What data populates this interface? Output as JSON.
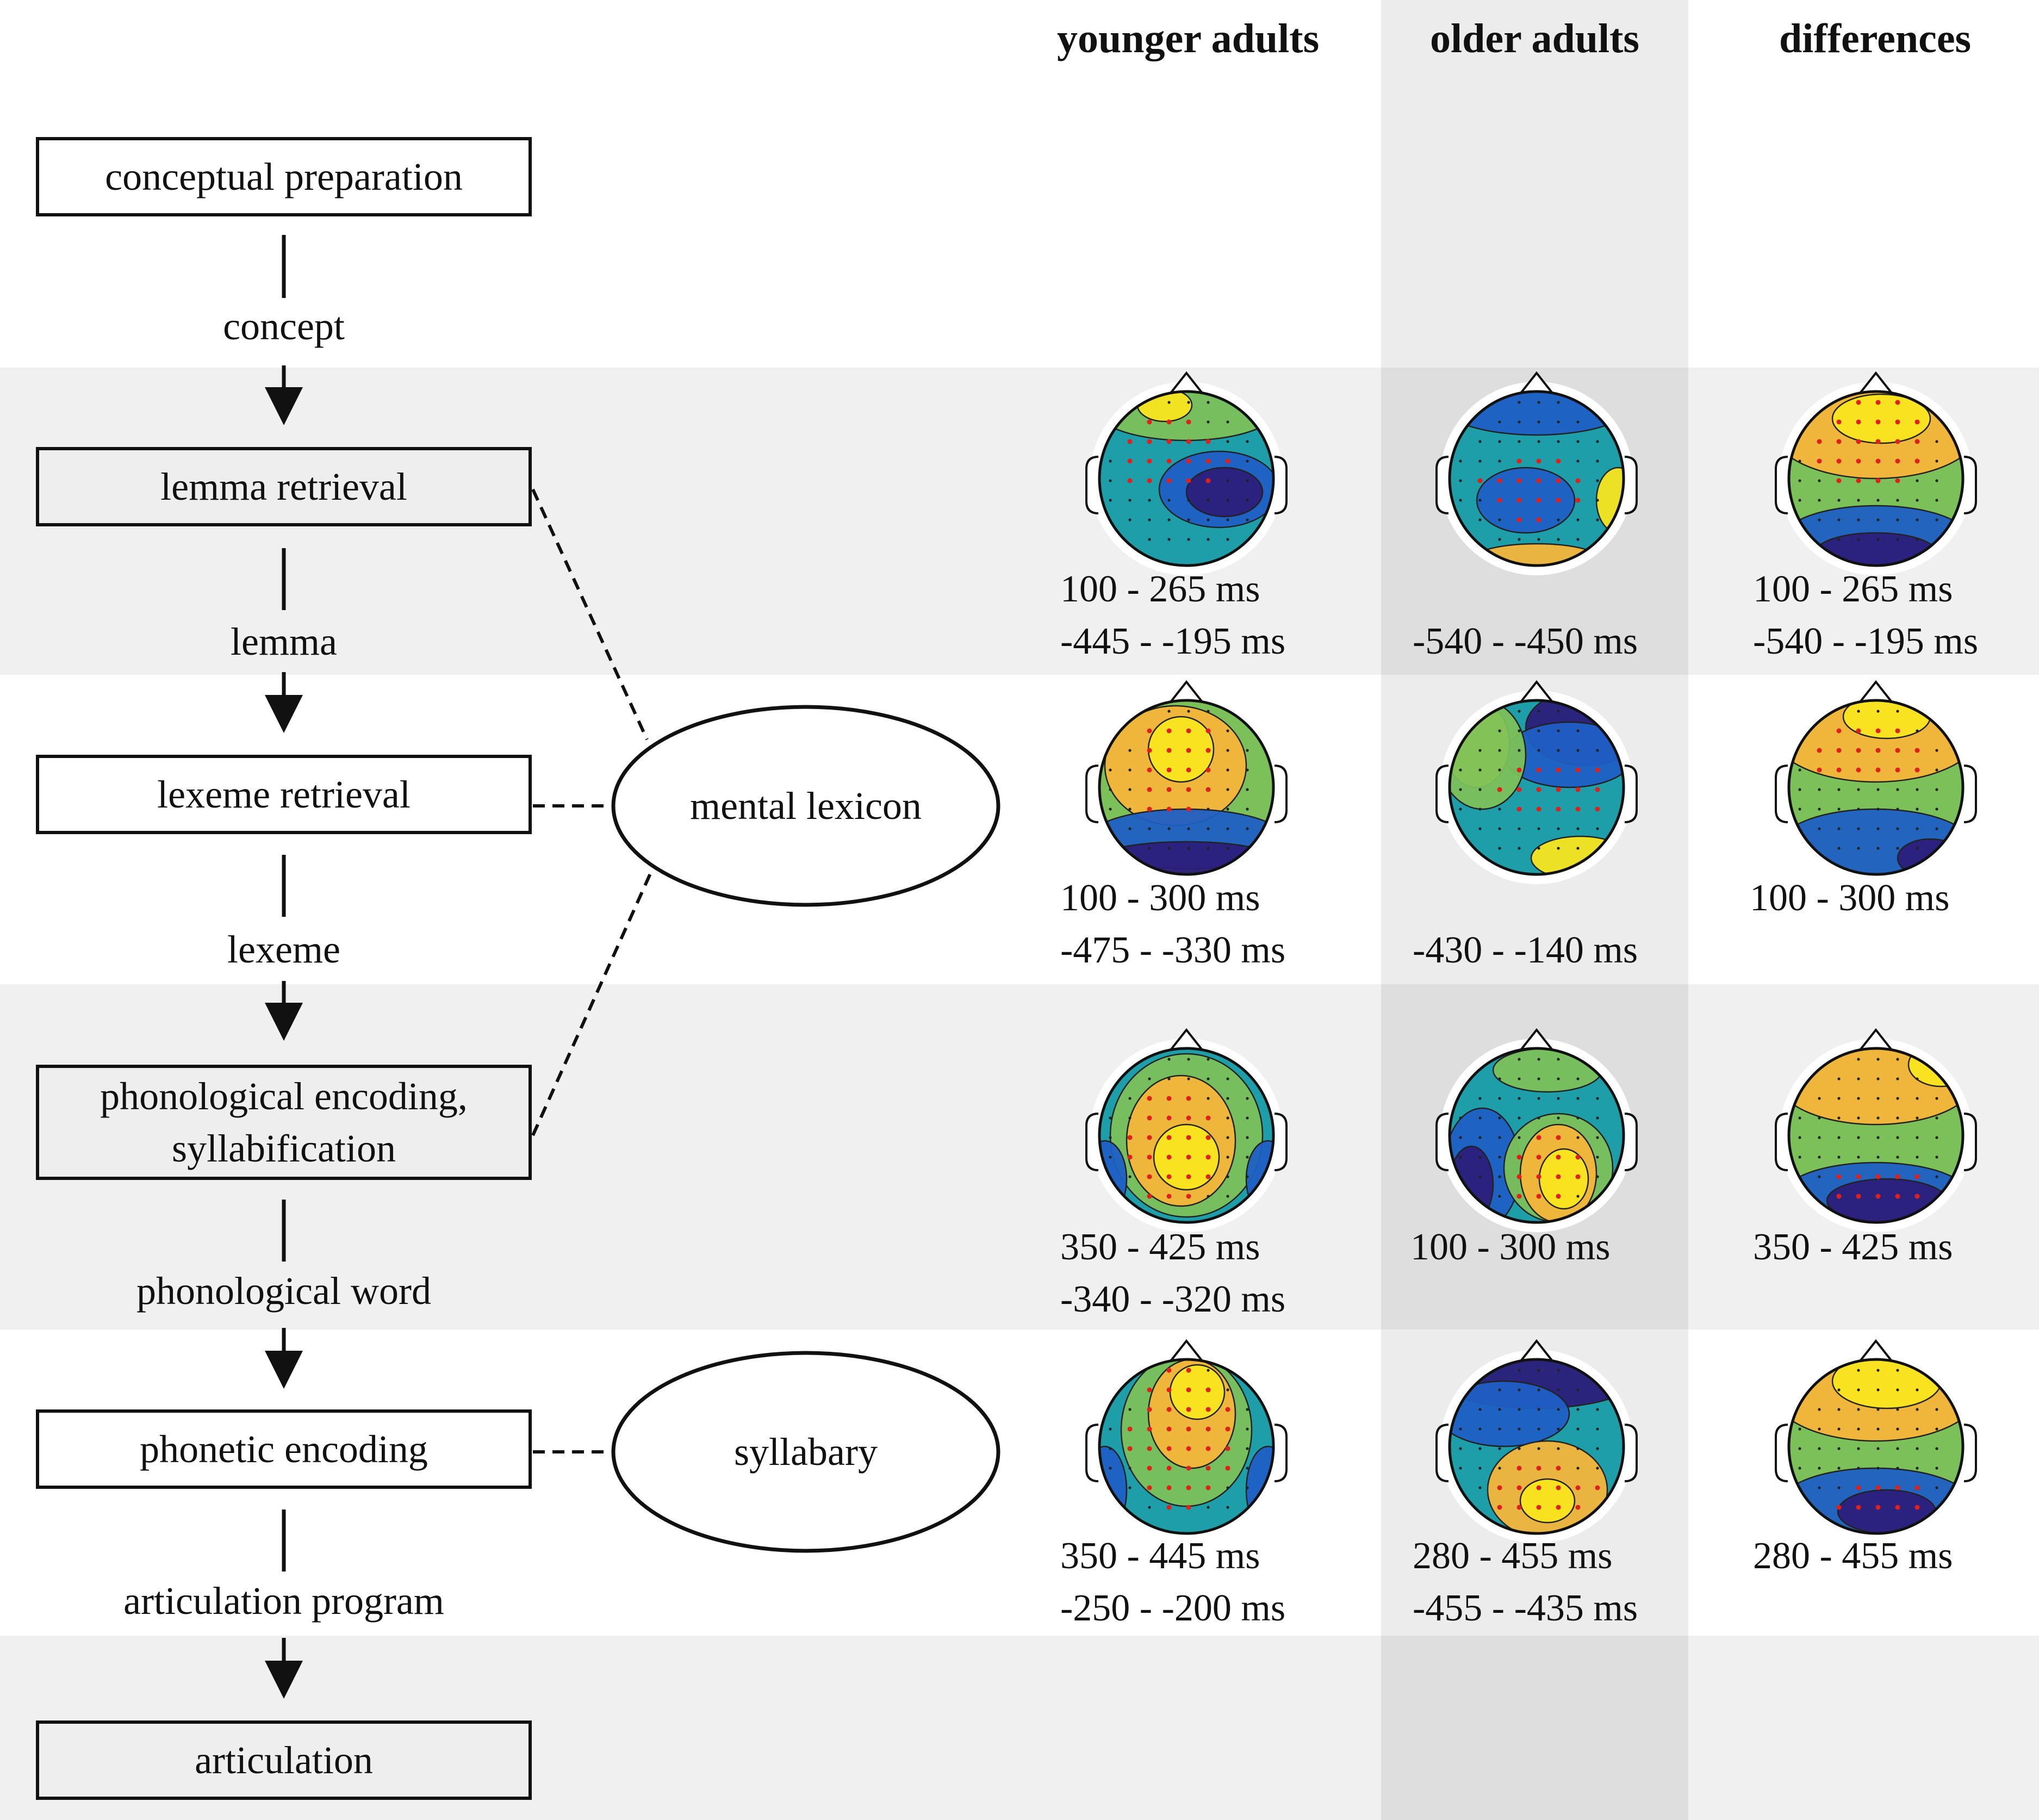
{
  "columns": {
    "younger": "younger adults",
    "older": "older adults",
    "differences": "differences"
  },
  "stages": {
    "conceptual_preparation": "conceptual preparation",
    "lemma_retrieval": "lemma retrieval",
    "lexeme_retrieval": "lexeme retrieval",
    "phonological_encoding_line1": "phonological encoding,",
    "phonological_encoding_line2": "syllabification",
    "phonetic_encoding": "phonetic encoding",
    "articulation": "articulation"
  },
  "outputs": {
    "concept": "concept",
    "lemma": "lemma",
    "lexeme": "lexeme",
    "phonological_word": "phonological word",
    "articulation_program": "articulation program"
  },
  "stores": {
    "mental_lexicon": "mental lexicon",
    "syllabary": "syllabary"
  },
  "ranges": {
    "lemma": {
      "younger": [
        "100 - 265 ms",
        "-445 - -195 ms"
      ],
      "older": [
        "",
        "-540 - -450 ms"
      ],
      "differences": [
        "100 - 265 ms",
        "-540 - -195 ms"
      ]
    },
    "lexeme": {
      "younger": [
        "100 - 300 ms",
        "-475 - -330 ms"
      ],
      "older": [
        "",
        "-430 - -140 ms"
      ],
      "differences": [
        "100 - 300 ms",
        ""
      ]
    },
    "phonological": {
      "younger": [
        "350 - 425 ms",
        "-340 - -320 ms"
      ],
      "older": [
        "100 - 300 ms",
        ""
      ],
      "differences": [
        "350 - 425 ms",
        ""
      ]
    },
    "phonetic": {
      "younger": [
        "350 - 445 ms",
        "-250 - -200 ms"
      ],
      "older": [
        "280 - 455 ms",
        "-455 - -435 ms"
      ],
      "differences": [
        "280 - 455 ms",
        ""
      ]
    }
  },
  "colors": {
    "band": "#f0f0f0",
    "dark_blue": "#2c1e7a",
    "blue": "#1f5fc4",
    "teal": "#1e9ea8",
    "green": "#7cc05a",
    "yellow": "#f9e51f",
    "orange": "#f6b53a",
    "electrode_sig": "#e0201b"
  }
}
